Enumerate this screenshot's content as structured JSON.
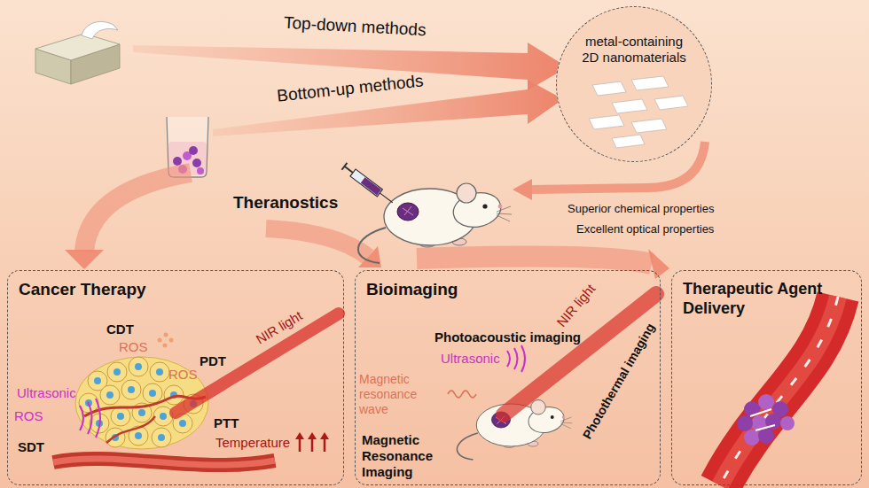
{
  "diagram": {
    "nodes": [
      {
        "text": [
          "metal-containing 2D nanomaterials"
        ]
      },
      {
        "text": [
          "Cancer Therapy"
        ]
      },
      {
        "text": [
          "Bioimaging"
        ]
      },
      {
        "text": [
          "Therapeutic Agent Delivery"
        ]
      }
    ],
    "labels": [
      "Top-down methods",
      "Bottom-up methods",
      "Theranostics",
      "Superior chemical properties",
      "Excellent optical properties",
      "CDT",
      "ROS",
      "PDT",
      "ROS",
      "NIR light",
      "Ultrasonic",
      "ROS",
      "PTT",
      "SDT",
      "Temperature",
      "NIR light",
      "Photoacoustic imaging",
      "Ultrasonic",
      "Magnetic resonance wave",
      "Photothermal imaging",
      "Magnetic Resonance Imaging"
    ]
  }
}
